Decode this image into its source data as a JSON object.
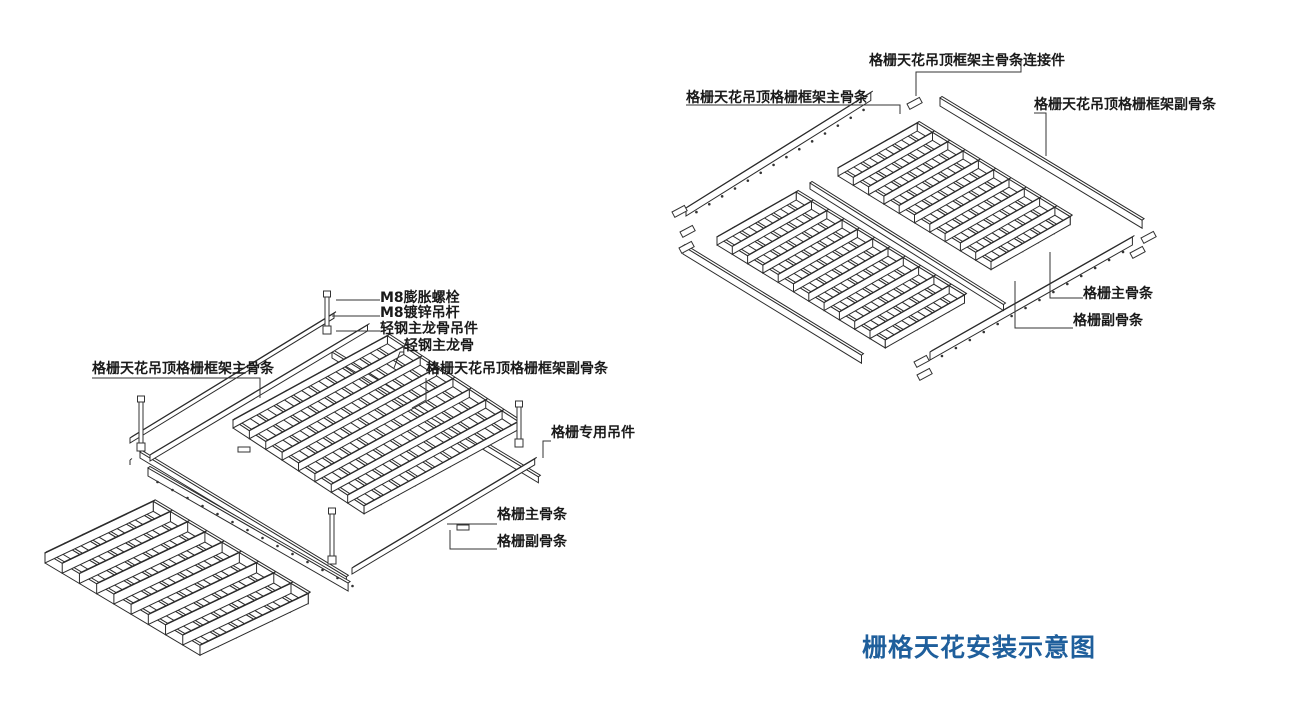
{
  "title": "栅格天花安装示意图",
  "colors": {
    "title": "#1f5f9c",
    "line": "#2b2b2b",
    "label": "#1a1a1a"
  },
  "labels": {
    "m8_bolt": "M8膨胀螺栓",
    "m8_rod": "M8镀锌吊杆",
    "steel_hanger": "轻钢主龙骨吊件",
    "steel_main": "轻钢主龙骨",
    "left_frame_main": "格栅天花吊顶格栅框架主骨条",
    "left_frame_sub": "格栅天花吊顶格栅框架副骨条",
    "grille_hanger": "格栅专用吊件",
    "left_grille_main": "格栅主骨条",
    "left_grille_sub": "格栅副骨条",
    "right_connector": "格栅天花吊顶框架主骨条连接件",
    "right_frame_main": "格栅天花吊顶格栅框架主骨条",
    "right_frame_sub": "格栅天花吊顶格栅框架副骨条",
    "right_grille_main": "格栅主骨条",
    "right_grille_sub": "格栅副骨条"
  }
}
